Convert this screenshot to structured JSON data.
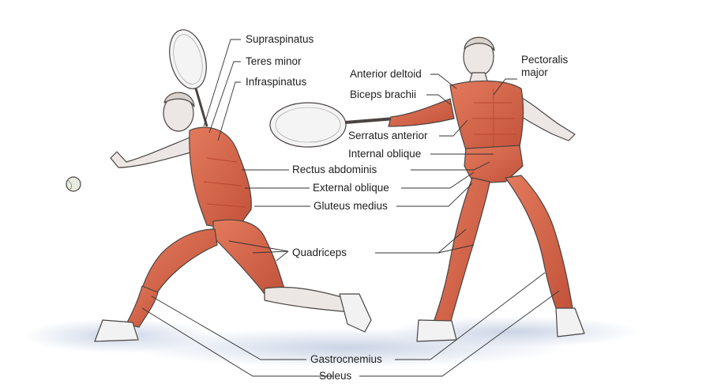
{
  "labels": {
    "supraspinatus": "Supraspinatus",
    "teres_minor": "Teres minor",
    "infraspinatus": "Infraspinatus",
    "anterior_deltoid": "Anterior deltoid",
    "biceps_brachii": "Biceps brachii",
    "pectoralis_major_line1": "Pectoralis",
    "pectoralis_major_line2": "major",
    "serratus_anterior": "Serratus anterior",
    "internal_oblique": "Internal oblique",
    "rectus_abdominis": "Rectus abdominis",
    "external_oblique": "External oblique",
    "gluteus_medius": "Gluteus medius",
    "quadriceps": "Quadriceps",
    "gastrocnemius": "Gastrocnemius",
    "soleus": "Soleus"
  },
  "colors": {
    "muscle": "#d9694c",
    "muscle_dark": "#b8472f",
    "skin": "#ece7e4",
    "outline": "#4a4442",
    "leader": "#333333",
    "court_shadow": "#c9d3e6",
    "ball": "#e8ece0"
  }
}
